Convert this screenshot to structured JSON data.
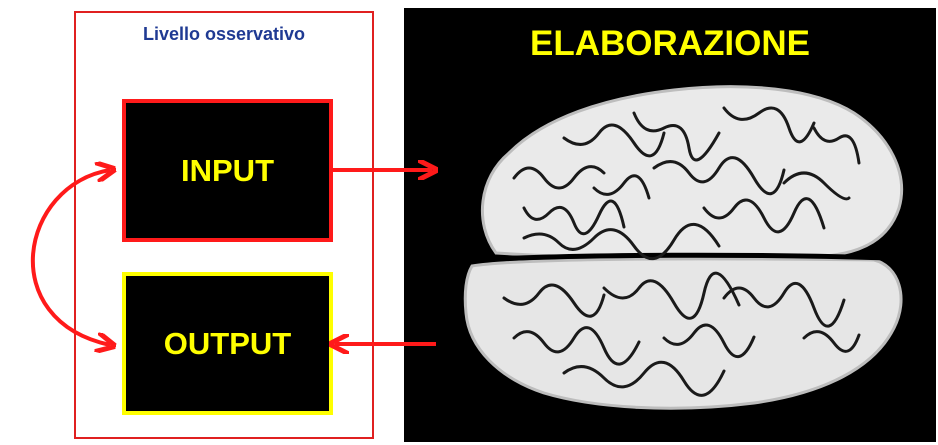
{
  "observational_level": {
    "title": "Livello osservativo"
  },
  "input_box": {
    "label": "INPUT",
    "border_color": "#ff1a1a",
    "text_color": "#ffff00"
  },
  "output_box": {
    "label": "OUTPUT",
    "border_color": "#ffff00",
    "text_color": "#ffff00"
  },
  "processing": {
    "title": "ELABORAZIONE",
    "image": "brain-top-view"
  },
  "colors": {
    "arrow": "#ff1a1a",
    "frame": "#e02020",
    "title_blue": "#1f3a93",
    "panel_bg": "#000000"
  }
}
